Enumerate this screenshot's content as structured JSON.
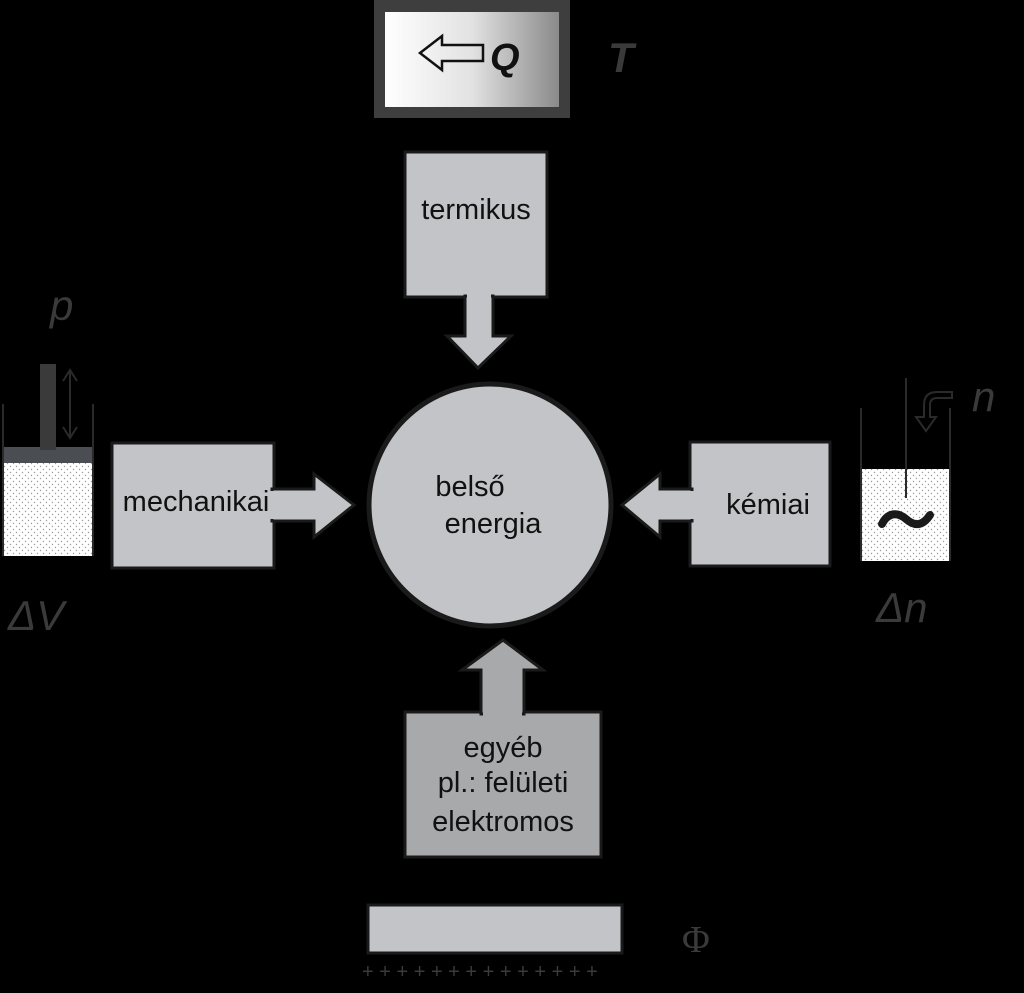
{
  "heat": {
    "label": "Q",
    "temperature_symbol": "T"
  },
  "center": {
    "line1": "belső",
    "line2": "energia"
  },
  "thermal": {
    "label": "termikus"
  },
  "mechanical": {
    "label": "mechanikai",
    "pressure_symbol": "p",
    "volume_change_symbol": "ΔV"
  },
  "chemical": {
    "label": "kémiai",
    "amount_symbol": "n",
    "amount_change_symbol": "Δn"
  },
  "other": {
    "line1": "egyéb",
    "line2": "pl.: felületi",
    "line3": "elektromos"
  },
  "electric": {
    "potential_symbol": "Φ",
    "minus_signs": "_ _ _ _ _ _ _ _ _ _ _ _",
    "plus_signs": "+ + + + + + + + + + + + + +"
  },
  "colors": {
    "background": "#000000",
    "box_fill": "#c3c4c7",
    "box_dark_fill": "#a8a9ab",
    "outline": "#1a1a1a",
    "text": "#111111",
    "symbol": "#3a3a3a"
  }
}
